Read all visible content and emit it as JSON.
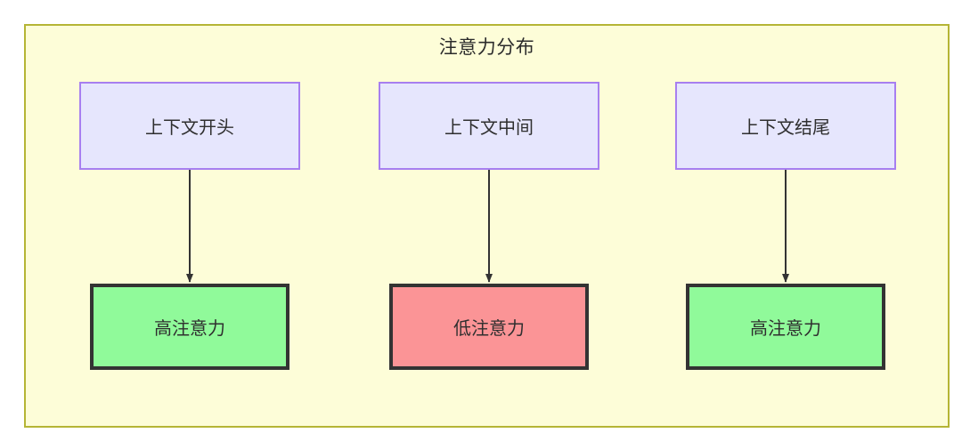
{
  "diagram": {
    "title": "注意力分布",
    "background_color": "#fdfdd8",
    "border_color": "#b5b535",
    "source_fill": "#e6e6fd",
    "source_border": "#a77ff0",
    "high_fill": "#90fa9a",
    "low_fill": "#fb9496",
    "result_border": "#333333",
    "edge_color": "#333333",
    "columns": [
      {
        "source_label": "上下文开头",
        "result_label": "高注意力",
        "attention": "high"
      },
      {
        "source_label": "上下文中间",
        "result_label": "低注意力",
        "attention": "low"
      },
      {
        "source_label": "上下文结尾",
        "result_label": "高注意力",
        "attention": "high"
      }
    ]
  }
}
